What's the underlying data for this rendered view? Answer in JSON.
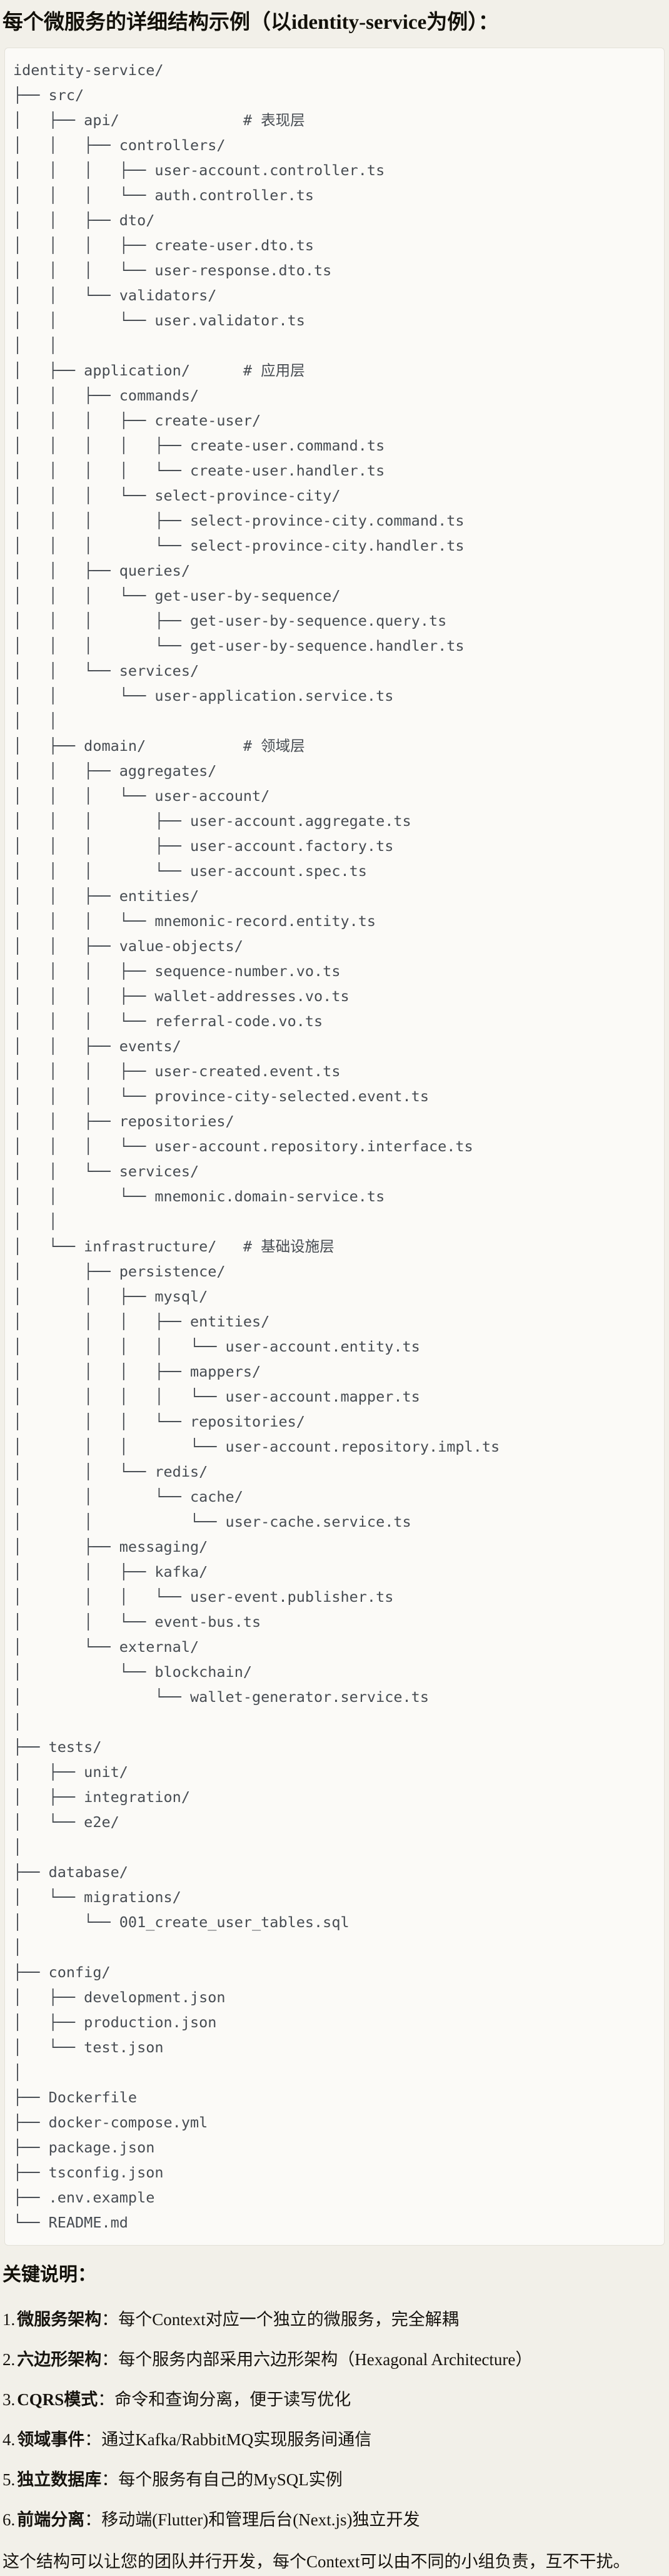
{
  "header": {
    "title": "每个微服务的详细结构示例（以identity-service为例）："
  },
  "code_block": {
    "lines": [
      "identity-service/",
      "├── src/",
      "│   ├── api/              # 表现层",
      "│   │   ├── controllers/",
      "│   │   │   ├── user-account.controller.ts",
      "│   │   │   └── auth.controller.ts",
      "│   │   ├── dto/",
      "│   │   │   ├── create-user.dto.ts",
      "│   │   │   └── user-response.dto.ts",
      "│   │   └── validators/",
      "│   │       └── user.validator.ts",
      "│   │",
      "│   ├── application/      # 应用层",
      "│   │   ├── commands/",
      "│   │   │   ├── create-user/",
      "│   │   │   │   ├── create-user.command.ts",
      "│   │   │   │   └── create-user.handler.ts",
      "│   │   │   └── select-province-city/",
      "│   │   │       ├── select-province-city.command.ts",
      "│   │   │       └── select-province-city.handler.ts",
      "│   │   ├── queries/",
      "│   │   │   └── get-user-by-sequence/",
      "│   │   │       ├── get-user-by-sequence.query.ts",
      "│   │   │       └── get-user-by-sequence.handler.ts",
      "│   │   └── services/",
      "│   │       └── user-application.service.ts",
      "│   │",
      "│   ├── domain/           # 领域层",
      "│   │   ├── aggregates/",
      "│   │   │   └── user-account/",
      "│   │   │       ├── user-account.aggregate.ts",
      "│   │   │       ├── user-account.factory.ts",
      "│   │   │       └── user-account.spec.ts",
      "│   │   ├── entities/",
      "│   │   │   └── mnemonic-record.entity.ts",
      "│   │   ├── value-objects/",
      "│   │   │   ├── sequence-number.vo.ts",
      "│   │   │   ├── wallet-addresses.vo.ts",
      "│   │   │   └── referral-code.vo.ts",
      "│   │   ├── events/",
      "│   │   │   ├── user-created.event.ts",
      "│   │   │   └── province-city-selected.event.ts",
      "│   │   ├── repositories/",
      "│   │   │   └── user-account.repository.interface.ts",
      "│   │   └── services/",
      "│   │       └── mnemonic.domain-service.ts",
      "│   │",
      "│   └── infrastructure/   # 基础设施层",
      "│       ├── persistence/",
      "│       │   ├── mysql/",
      "│       │   │   ├── entities/",
      "│       │   │   │   └── user-account.entity.ts",
      "│       │   │   ├── mappers/",
      "│       │   │   │   └── user-account.mapper.ts",
      "│       │   │   └── repositories/",
      "│       │   │       └── user-account.repository.impl.ts",
      "│       │   └── redis/",
      "│       │       └── cache/",
      "│       │           └── user-cache.service.ts",
      "│       ├── messaging/",
      "│       │   ├── kafka/",
      "│       │   │   └── user-event.publisher.ts",
      "│       │   └── event-bus.ts",
      "│       └── external/",
      "│           └── blockchain/",
      "│               └── wallet-generator.service.ts",
      "│",
      "├── tests/",
      "│   ├── unit/",
      "│   ├── integration/",
      "│   └── e2e/",
      "│",
      "├── database/",
      "│   └── migrations/",
      "│       └── 001_create_user_tables.sql",
      "│",
      "├── config/",
      "│   ├── development.json",
      "│   ├── production.json",
      "│   └── test.json",
      "│",
      "├── Dockerfile",
      "├── docker-compose.yml",
      "├── package.json",
      "├── tsconfig.json",
      "├── .env.example",
      "└── README.md"
    ]
  },
  "notes": {
    "heading": "关键说明：",
    "colon": "：",
    "items": [
      {
        "num": "1.",
        "term": "微服务架构",
        "desc": "每个Context对应一个独立的微服务，完全解耦"
      },
      {
        "num": "2.",
        "term": "六边形架构",
        "desc": "每个服务内部采用六边形架构（Hexagonal Architecture）"
      },
      {
        "num": "3.",
        "term": "CQRS模式",
        "desc": "命令和查询分离，便于读写优化"
      },
      {
        "num": "4.",
        "term": "领域事件",
        "desc": "通过Kafka/RabbitMQ实现服务间通信"
      },
      {
        "num": "5.",
        "term": "独立数据库",
        "desc": "每个服务有自己的MySQL实例"
      },
      {
        "num": "6.",
        "term": "前端分离",
        "desc": "移动端(Flutter)和管理后台(Next.js)独立开发"
      }
    ],
    "footer": "这个结构可以让您的团队并行开发，每个Context可以由不同的小组负责，互不干扰。"
  }
}
